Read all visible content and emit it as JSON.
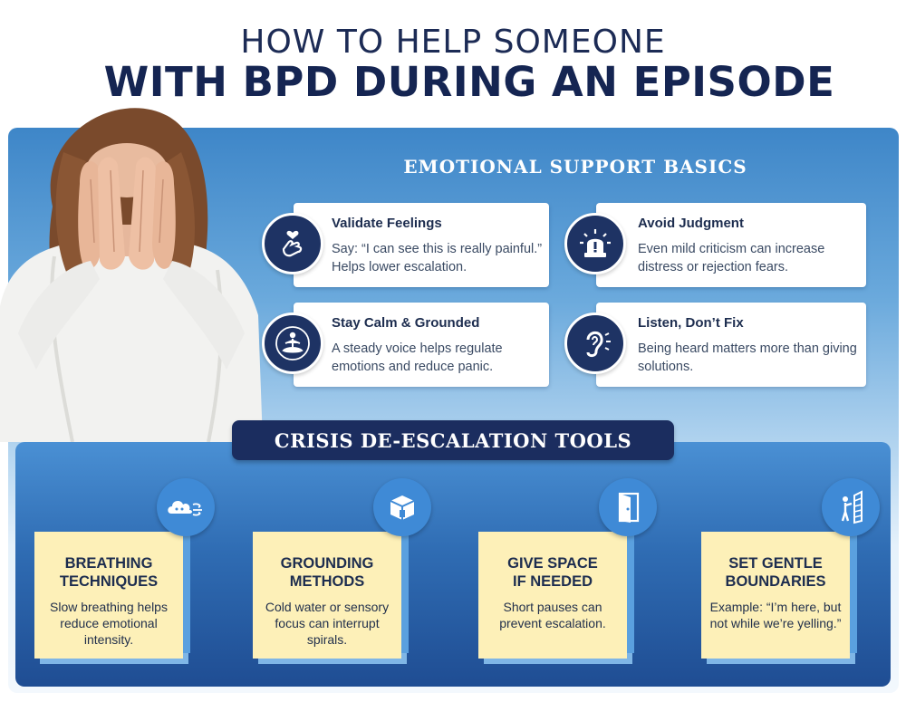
{
  "title": {
    "line1": "HOW TO HELP SOMEONE",
    "line2": "WITH BPD DURING AN EPISODE"
  },
  "emotional_support": {
    "heading": "EMOTIONAL SUPPORT BASICS",
    "cards": [
      {
        "title": "Validate Feelings",
        "body": "Say: “I can see this is really painful.” Helps lower escalation.",
        "icon": "heart-hand-icon"
      },
      {
        "title": "Avoid Judgment",
        "body": "Even mild criticism can increase distress or rejection fears.",
        "icon": "alarm-icon"
      },
      {
        "title": "Stay Calm & Grounded",
        "body": "A steady voice helps regulate emotions and reduce panic.",
        "icon": "meditation-icon"
      },
      {
        "title": "Listen, Don’t Fix",
        "body": "Being heard matters more than giving solutions.",
        "icon": "ear-icon"
      }
    ]
  },
  "crisis_tools": {
    "heading": "CRISIS DE-ESCALATION TOOLS",
    "tools": [
      {
        "title1": "BREATHING",
        "title2": "TECHNIQUES",
        "body": "Slow breathing helps reduce emotional intensity.",
        "icon": "breath-cloud-icon"
      },
      {
        "title1": "GROUNDING",
        "title2": "METHODS",
        "body": "Cold water or sensory focus can interrupt spirals.",
        "icon": "cube-icon"
      },
      {
        "title1": "GIVE SPACE",
        "title2": "IF NEEDED",
        "body": "Short pauses can prevent escalation.",
        "icon": "door-icon"
      },
      {
        "title1": "SET GENTLE",
        "title2": "BOUNDARIES",
        "body": "Example: “I’m here, but not while we’re yelling.”",
        "icon": "boundary-wall-icon"
      }
    ]
  },
  "colors": {
    "navy": "#1b2d5f",
    "accent_blue": "#3f8ad6",
    "card_yellow": "#fdf0b8"
  }
}
